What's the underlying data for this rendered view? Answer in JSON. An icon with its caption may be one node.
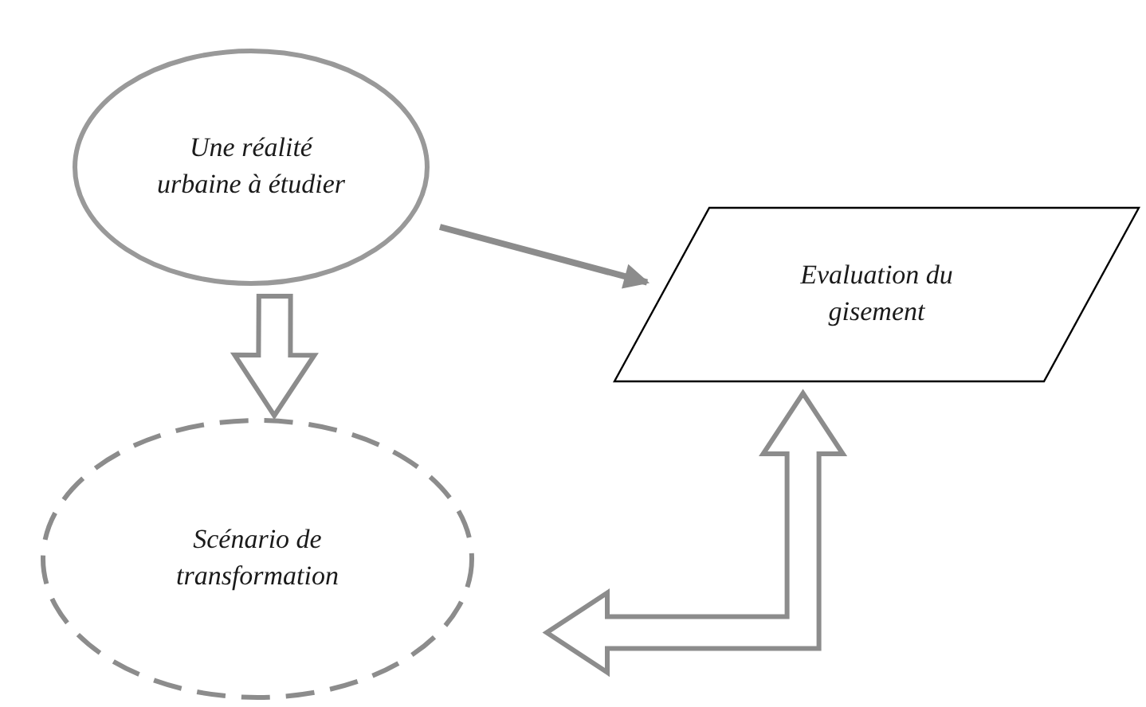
{
  "diagram": {
    "nodes": [
      {
        "text": [
          "Une réalité urbaine à étudier"
        ]
      },
      {
        "text": [
          "Evaluation du gisement"
        ]
      },
      {
        "text": [
          "Scénario de transformation"
        ]
      }
    ],
    "edges": [
      {
        "from": 0,
        "to": 1,
        "arrow": "to"
      },
      {
        "from": 0,
        "to": 2,
        "arrow": "to",
        "style": "thick"
      },
      {
        "from": 2,
        "to": 1,
        "arrow": "both",
        "style": "thick"
      }
    ]
  }
}
